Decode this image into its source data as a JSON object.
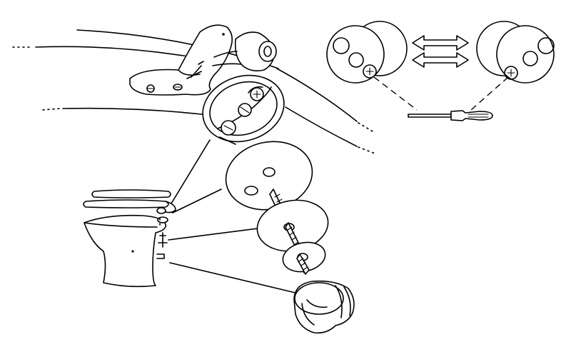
{
  "diagram": {
    "colors": {
      "ink": "#000000",
      "paper": "#ffffff"
    },
    "parts": [
      "hinge-arm",
      "hinge-bolt",
      "mounting-plate",
      "rubber-washer-large",
      "rubber-washer-small",
      "threaded-bolt",
      "wing-nut",
      "toilet-bowl",
      "toilet-seat",
      "screwdriver",
      "adjustment-disc-left",
      "adjustment-disc-right",
      "double-arrow"
    ]
  }
}
